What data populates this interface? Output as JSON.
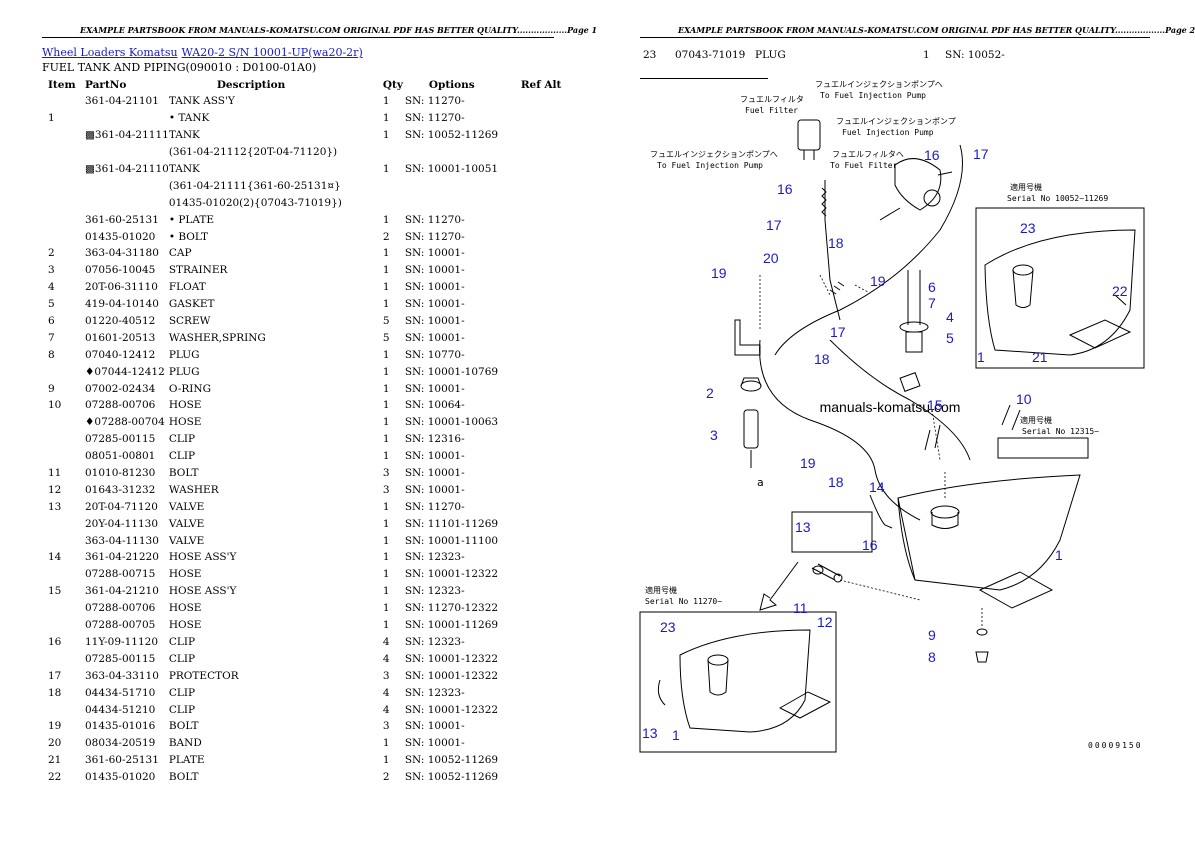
{
  "header": "EXAMPLE PARTSBOOK FROM MANUALS-KOMATSU.COM ORIGINAL PDF HAS BETTER QUALITY",
  "page1": {
    "header_page": "Page 1",
    "breadcrumb": [
      "Wheel Loaders Komatsu",
      "WA20-2 S/N 10001-UP(wa20-2r)"
    ],
    "subtitle": "FUEL TANK AND PIPING(090010 : D0100-01A0)",
    "columns": [
      "Item",
      "PartNo",
      "Description",
      "Qty",
      "Options",
      "Ref Alt"
    ],
    "rows": [
      {
        "item": "",
        "part": "361-04-21101",
        "desc": "TANK ASS'Y",
        "qty": "1",
        "opt": "SN: 11270-"
      },
      {
        "item": "1",
        "part": "",
        "desc": "• TANK",
        "qty": "1",
        "opt": "SN: 11270-"
      },
      {
        "item": "",
        "part": "▩361-04-21111",
        "desc": "TANK",
        "qty": "1",
        "opt": "SN: 10052-11269"
      },
      {
        "item": "",
        "part": "",
        "desc": "(361-04-21112{20T-04-71120})",
        "qty": "",
        "opt": ""
      },
      {
        "item": "",
        "part": "▩361-04-21110",
        "desc": "TANK",
        "qty": "1",
        "opt": "SN: 10001-10051"
      },
      {
        "item": "",
        "part": "",
        "desc": "(361-04-21111{361-60-25131¤}",
        "qty": "",
        "opt": ""
      },
      {
        "item": "",
        "part": "",
        "desc": "01435-01020(2){07043-71019})",
        "qty": "",
        "opt": ""
      },
      {
        "item": "",
        "part": "361-60-25131",
        "desc": "• PLATE",
        "qty": "1",
        "opt": "SN: 11270-"
      },
      {
        "item": "",
        "part": "01435-01020",
        "desc": "• BOLT",
        "qty": "2",
        "opt": "SN: 11270-"
      },
      {
        "item": "2",
        "part": "363-04-31180",
        "desc": "CAP",
        "qty": "1",
        "opt": "SN: 10001-"
      },
      {
        "item": "3",
        "part": "07056-10045",
        "desc": "STRAINER",
        "qty": "1",
        "opt": "SN: 10001-"
      },
      {
        "item": "4",
        "part": "20T-06-31110",
        "desc": "FLOAT",
        "qty": "1",
        "opt": "SN: 10001-"
      },
      {
        "item": "5",
        "part": "419-04-10140",
        "desc": "GASKET",
        "qty": "1",
        "opt": "SN: 10001-"
      },
      {
        "item": "6",
        "part": "01220-40512",
        "desc": "SCREW",
        "qty": "5",
        "opt": "SN: 10001-"
      },
      {
        "item": "7",
        "part": "01601-20513",
        "desc": "WASHER,SPRING",
        "qty": "5",
        "opt": "SN: 10001-"
      },
      {
        "item": "8",
        "part": "07040-12412",
        "desc": "PLUG",
        "qty": "1",
        "opt": "SN: 10770-"
      },
      {
        "item": "",
        "part": "♦07044-12412",
        "desc": "PLUG",
        "qty": "1",
        "opt": "SN: 10001-10769"
      },
      {
        "item": "9",
        "part": "07002-02434",
        "desc": "O-RING",
        "qty": "1",
        "opt": "SN: 10001-"
      },
      {
        "item": "10",
        "part": "07288-00706",
        "desc": "HOSE",
        "qty": "1",
        "opt": "SN: 10064-"
      },
      {
        "item": "",
        "part": "♦07288-00704",
        "desc": "HOSE",
        "qty": "1",
        "opt": "SN: 10001-10063"
      },
      {
        "item": "",
        "part": "07285-00115",
        "desc": "CLIP",
        "qty": "1",
        "opt": "SN: 12316-"
      },
      {
        "item": "",
        "part": "08051-00801",
        "desc": "CLIP",
        "qty": "1",
        "opt": "SN: 10001-"
      },
      {
        "item": "11",
        "part": "01010-81230",
        "desc": "BOLT",
        "qty": "3",
        "opt": "SN: 10001-"
      },
      {
        "item": "12",
        "part": "01643-31232",
        "desc": "WASHER",
        "qty": "3",
        "opt": "SN: 10001-"
      },
      {
        "item": "13",
        "part": "20T-04-71120",
        "desc": "VALVE",
        "qty": "1",
        "opt": "SN: 11270-"
      },
      {
        "item": "",
        "part": "20Y-04-11130",
        "desc": "VALVE",
        "qty": "1",
        "opt": "SN: 11101-11269"
      },
      {
        "item": "",
        "part": "363-04-11130",
        "desc": "VALVE",
        "qty": "1",
        "opt": "SN: 10001-11100"
      },
      {
        "item": "14",
        "part": "361-04-21220",
        "desc": "HOSE ASS'Y",
        "qty": "1",
        "opt": "SN: 12323-"
      },
      {
        "item": "",
        "part": "07288-00715",
        "desc": "HOSE",
        "qty": "1",
        "opt": "SN: 10001-12322"
      },
      {
        "item": "15",
        "part": "361-04-21210",
        "desc": "HOSE ASS'Y",
        "qty": "1",
        "opt": "SN: 12323-"
      },
      {
        "item": "",
        "part": "07288-00706",
        "desc": "HOSE",
        "qty": "1",
        "opt": "SN: 11270-12322"
      },
      {
        "item": "",
        "part": "07288-00705",
        "desc": "HOSE",
        "qty": "1",
        "opt": "SN: 10001-11269"
      },
      {
        "item": "16",
        "part": "11Y-09-11120",
        "desc": "CLIP",
        "qty": "4",
        "opt": "SN: 12323-"
      },
      {
        "item": "",
        "part": "07285-00115",
        "desc": "CLIP",
        "qty": "4",
        "opt": "SN: 10001-12322"
      },
      {
        "item": "17",
        "part": "363-04-33110",
        "desc": "PROTECTOR",
        "qty": "3",
        "opt": "SN: 10001-12322"
      },
      {
        "item": "18",
        "part": "04434-51710",
        "desc": "CLIP",
        "qty": "4",
        "opt": "SN: 12323-"
      },
      {
        "item": "",
        "part": "04434-51210",
        "desc": "CLIP",
        "qty": "4",
        "opt": "SN: 10001-12322"
      },
      {
        "item": "19",
        "part": "01435-01016",
        "desc": "BOLT",
        "qty": "3",
        "opt": "SN: 10001-"
      },
      {
        "item": "20",
        "part": "08034-20519",
        "desc": "BAND",
        "qty": "1",
        "opt": "SN: 10001-"
      },
      {
        "item": "21",
        "part": "361-60-25131",
        "desc": "PLATE",
        "qty": "1",
        "opt": "SN: 10052-11269"
      },
      {
        "item": "22",
        "part": "01435-01020",
        "desc": "BOLT",
        "qty": "2",
        "opt": "SN: 10052-11269"
      }
    ]
  },
  "page2": {
    "header_page": "Page 2",
    "row": {
      "item": "23",
      "part": "07043-71019",
      "desc": "PLUG",
      "qty": "1",
      "opt": "SN: 10052-"
    },
    "diagram": {
      "watermark": "manuals-komatsu.com",
      "code": "00009150",
      "labels_jp": {
        "to_pump_1": "フュエルインジェクションポンプへ",
        "to_pump_1_en": "To Fuel Injection Pump",
        "fuel_filter_jp": "フュエルフィルタ",
        "fuel_filter_en": "Fuel Filter",
        "pump_jp_2": "フュエルインジェクションポンプ",
        "pump_en_2": "Fuel Injection Pump",
        "to_pump_3": "フュエルインジェクションポンプへ",
        "to_pump_3_en": "To Fuel Injection Pump",
        "to_filter_jp": "フュエルフィルタへ",
        "to_filter_en": "To Fuel Filter",
        "serial_jp": "適用号機",
        "serial_a": "Serial No 10052~11269",
        "serial_b": "Serial No 12315~",
        "serial_c": "Serial No 11270~"
      },
      "callouts": [
        "1",
        "2",
        "3",
        "4",
        "5",
        "6",
        "7",
        "8",
        "9",
        "10",
        "11",
        "12",
        "13",
        "14",
        "15",
        "16",
        "17",
        "18",
        "19",
        "20",
        "21",
        "22",
        "23"
      ]
    }
  }
}
